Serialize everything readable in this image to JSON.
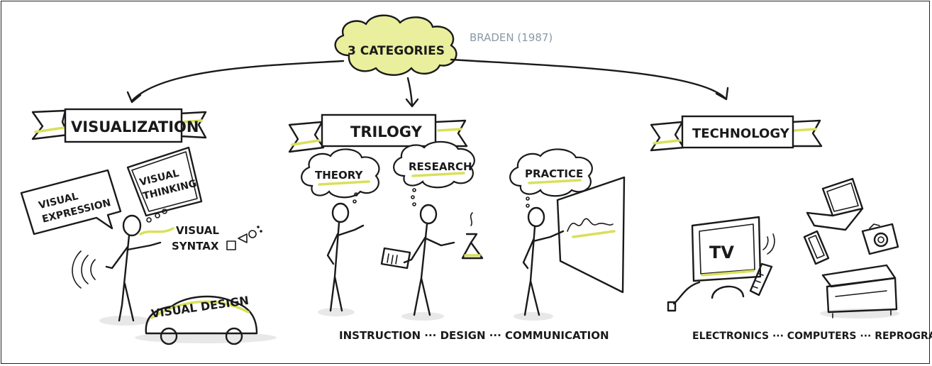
{
  "center": {
    "title": "3 CATEGORIES",
    "citation": "BRADEN (1987)"
  },
  "categories": {
    "visualization": {
      "title": "VISUALIZATION",
      "bubbles": {
        "expression": [
          "VISUAL",
          "EXPRESSION"
        ],
        "thinking": [
          "VISUAL",
          "THINKING"
        ]
      },
      "syntax": [
        "VISUAL",
        "SYNTAX"
      ],
      "design": "VISUAL DESIGN"
    },
    "trilogy": {
      "title": "TRILOGY",
      "clouds": {
        "theory": "THEORY",
        "research": "RESEARCH",
        "practice": "PRACTICE"
      },
      "footer": "INSTRUCTION ··· DESIGN ··· COMMUNICATION"
    },
    "technology": {
      "title": "TECHNOLOGY",
      "tv_label": "TV",
      "footer": "ELECTRONICS ··· COMPUTERS ··· REPROGRAPHICS"
    }
  },
  "colors": {
    "ink": "#1a1a1a",
    "highlight": "#d9e05a",
    "cloud_fill": "#e9ef9c",
    "citation": "#8a9aa6",
    "shadow": "#d8d8d8"
  }
}
